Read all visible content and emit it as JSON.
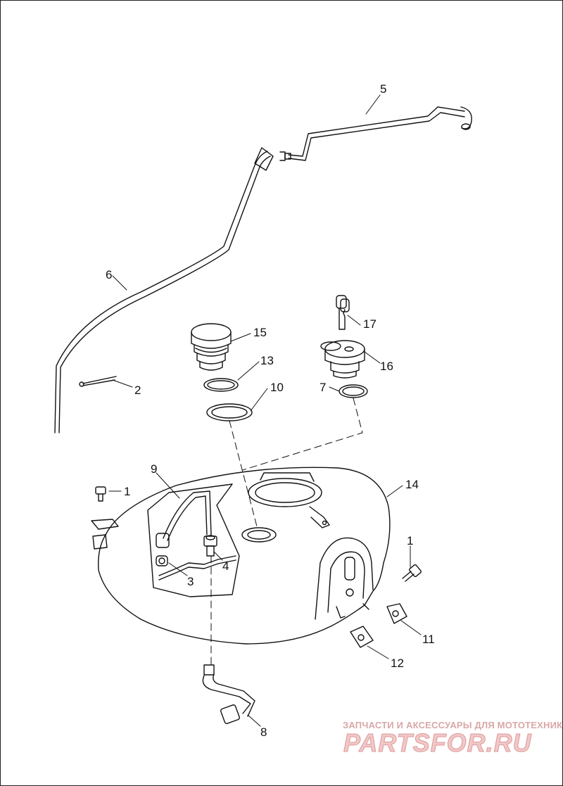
{
  "diagram": {
    "callouts": [
      {
        "id": "c1a",
        "label": "1"
      },
      {
        "id": "c1b",
        "label": "1"
      },
      {
        "id": "c2",
        "label": "2"
      },
      {
        "id": "c3",
        "label": "3"
      },
      {
        "id": "c4",
        "label": "4"
      },
      {
        "id": "c5",
        "label": "5"
      },
      {
        "id": "c6",
        "label": "6"
      },
      {
        "id": "c7",
        "label": "7"
      },
      {
        "id": "c8",
        "label": "8"
      },
      {
        "id": "c9",
        "label": "9"
      },
      {
        "id": "c10",
        "label": "10"
      },
      {
        "id": "c11",
        "label": "11"
      },
      {
        "id": "c12",
        "label": "12"
      },
      {
        "id": "c13",
        "label": "13"
      },
      {
        "id": "c14",
        "label": "14"
      },
      {
        "id": "c15",
        "label": "15"
      },
      {
        "id": "c16",
        "label": "16"
      },
      {
        "id": "c17",
        "label": "17"
      }
    ]
  },
  "watermark": {
    "tagline": "ЗАПЧАСТИ И АКСЕССУАРЫ ДЛЯ МОТОТЕХНИКИ",
    "logo": "PARTSFOR.RU"
  },
  "colors": {
    "line": "#111111",
    "watermark_text": "#d9a7a7",
    "watermark_logo": "#f0c8c8"
  }
}
